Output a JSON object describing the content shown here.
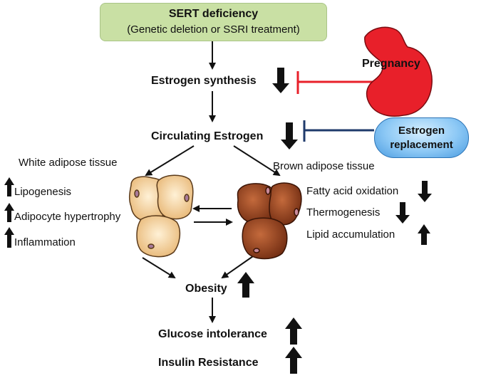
{
  "top_box": {
    "title": "SERT deficiency",
    "subtitle": "(Genetic deletion or SSRI treatment)"
  },
  "nodes": {
    "estrogen_synthesis": "Estrogen synthesis",
    "circulating_estrogen": "Circulating Estrogen",
    "pregnancy": "Pregnancy",
    "estrogen_replacement_line1": "Estrogen",
    "estrogen_replacement_line2": "replacement",
    "white_adipose": "White adipose tissue",
    "brown_adipose": "Brown adipose tissue",
    "obesity": "Obesity",
    "glucose_intolerance": "Glucose intolerance",
    "insulin_resistance": "Insulin Resistance"
  },
  "white_effects": [
    "Lipogenesis",
    "Adipocyte hypertrophy",
    "Inflammation"
  ],
  "brown_effects": [
    "Fatty acid oxidation",
    "Thermogenesis",
    "Lipid accumulation"
  ],
  "colors": {
    "box_fill": "#c9e0a4",
    "pregnancy_red": "#e8202a",
    "inhibit_red": "#e8202a",
    "inhibit_navy": "#1f3a6b",
    "pill_blue": "#8cc8f5",
    "white_cell": "#f6d7a4",
    "brown_cell": "#8b3a18"
  }
}
